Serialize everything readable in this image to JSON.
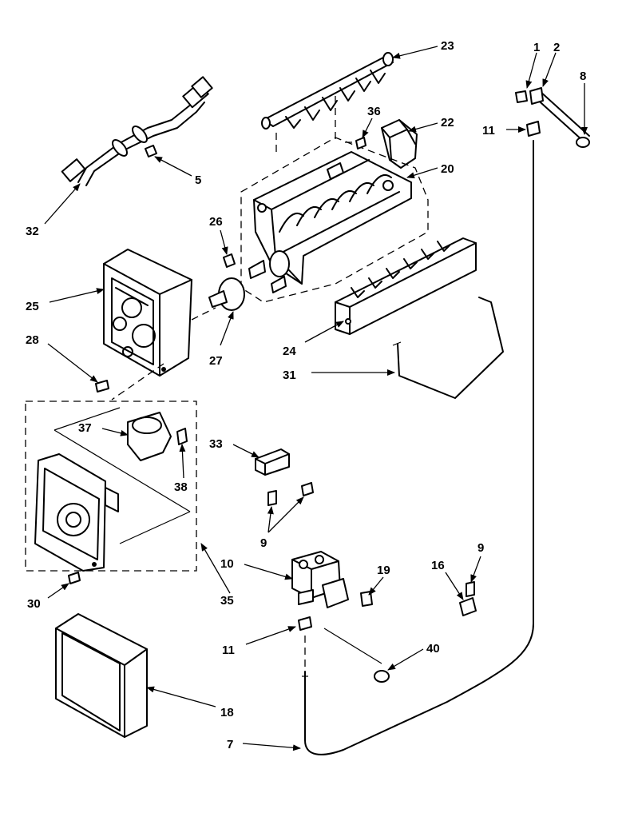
{
  "diagram": {
    "callouts": {
      "c1": "1",
      "c2": "2",
      "c5": "5",
      "c7": "7",
      "c8": "8",
      "c9a": "9",
      "c9b": "9",
      "c10": "10",
      "c11a": "11",
      "c11b": "11",
      "c16": "16",
      "c18": "18",
      "c19": "19",
      "c20": "20",
      "c22": "22",
      "c23": "23",
      "c24": "24",
      "c25": "25",
      "c26": "26",
      "c27": "27",
      "c28": "28",
      "c30": "30",
      "c31": "31",
      "c32": "32",
      "c33": "33",
      "c35": "35",
      "c36": "36",
      "c37": "37",
      "c38": "38",
      "c40": "40"
    }
  }
}
